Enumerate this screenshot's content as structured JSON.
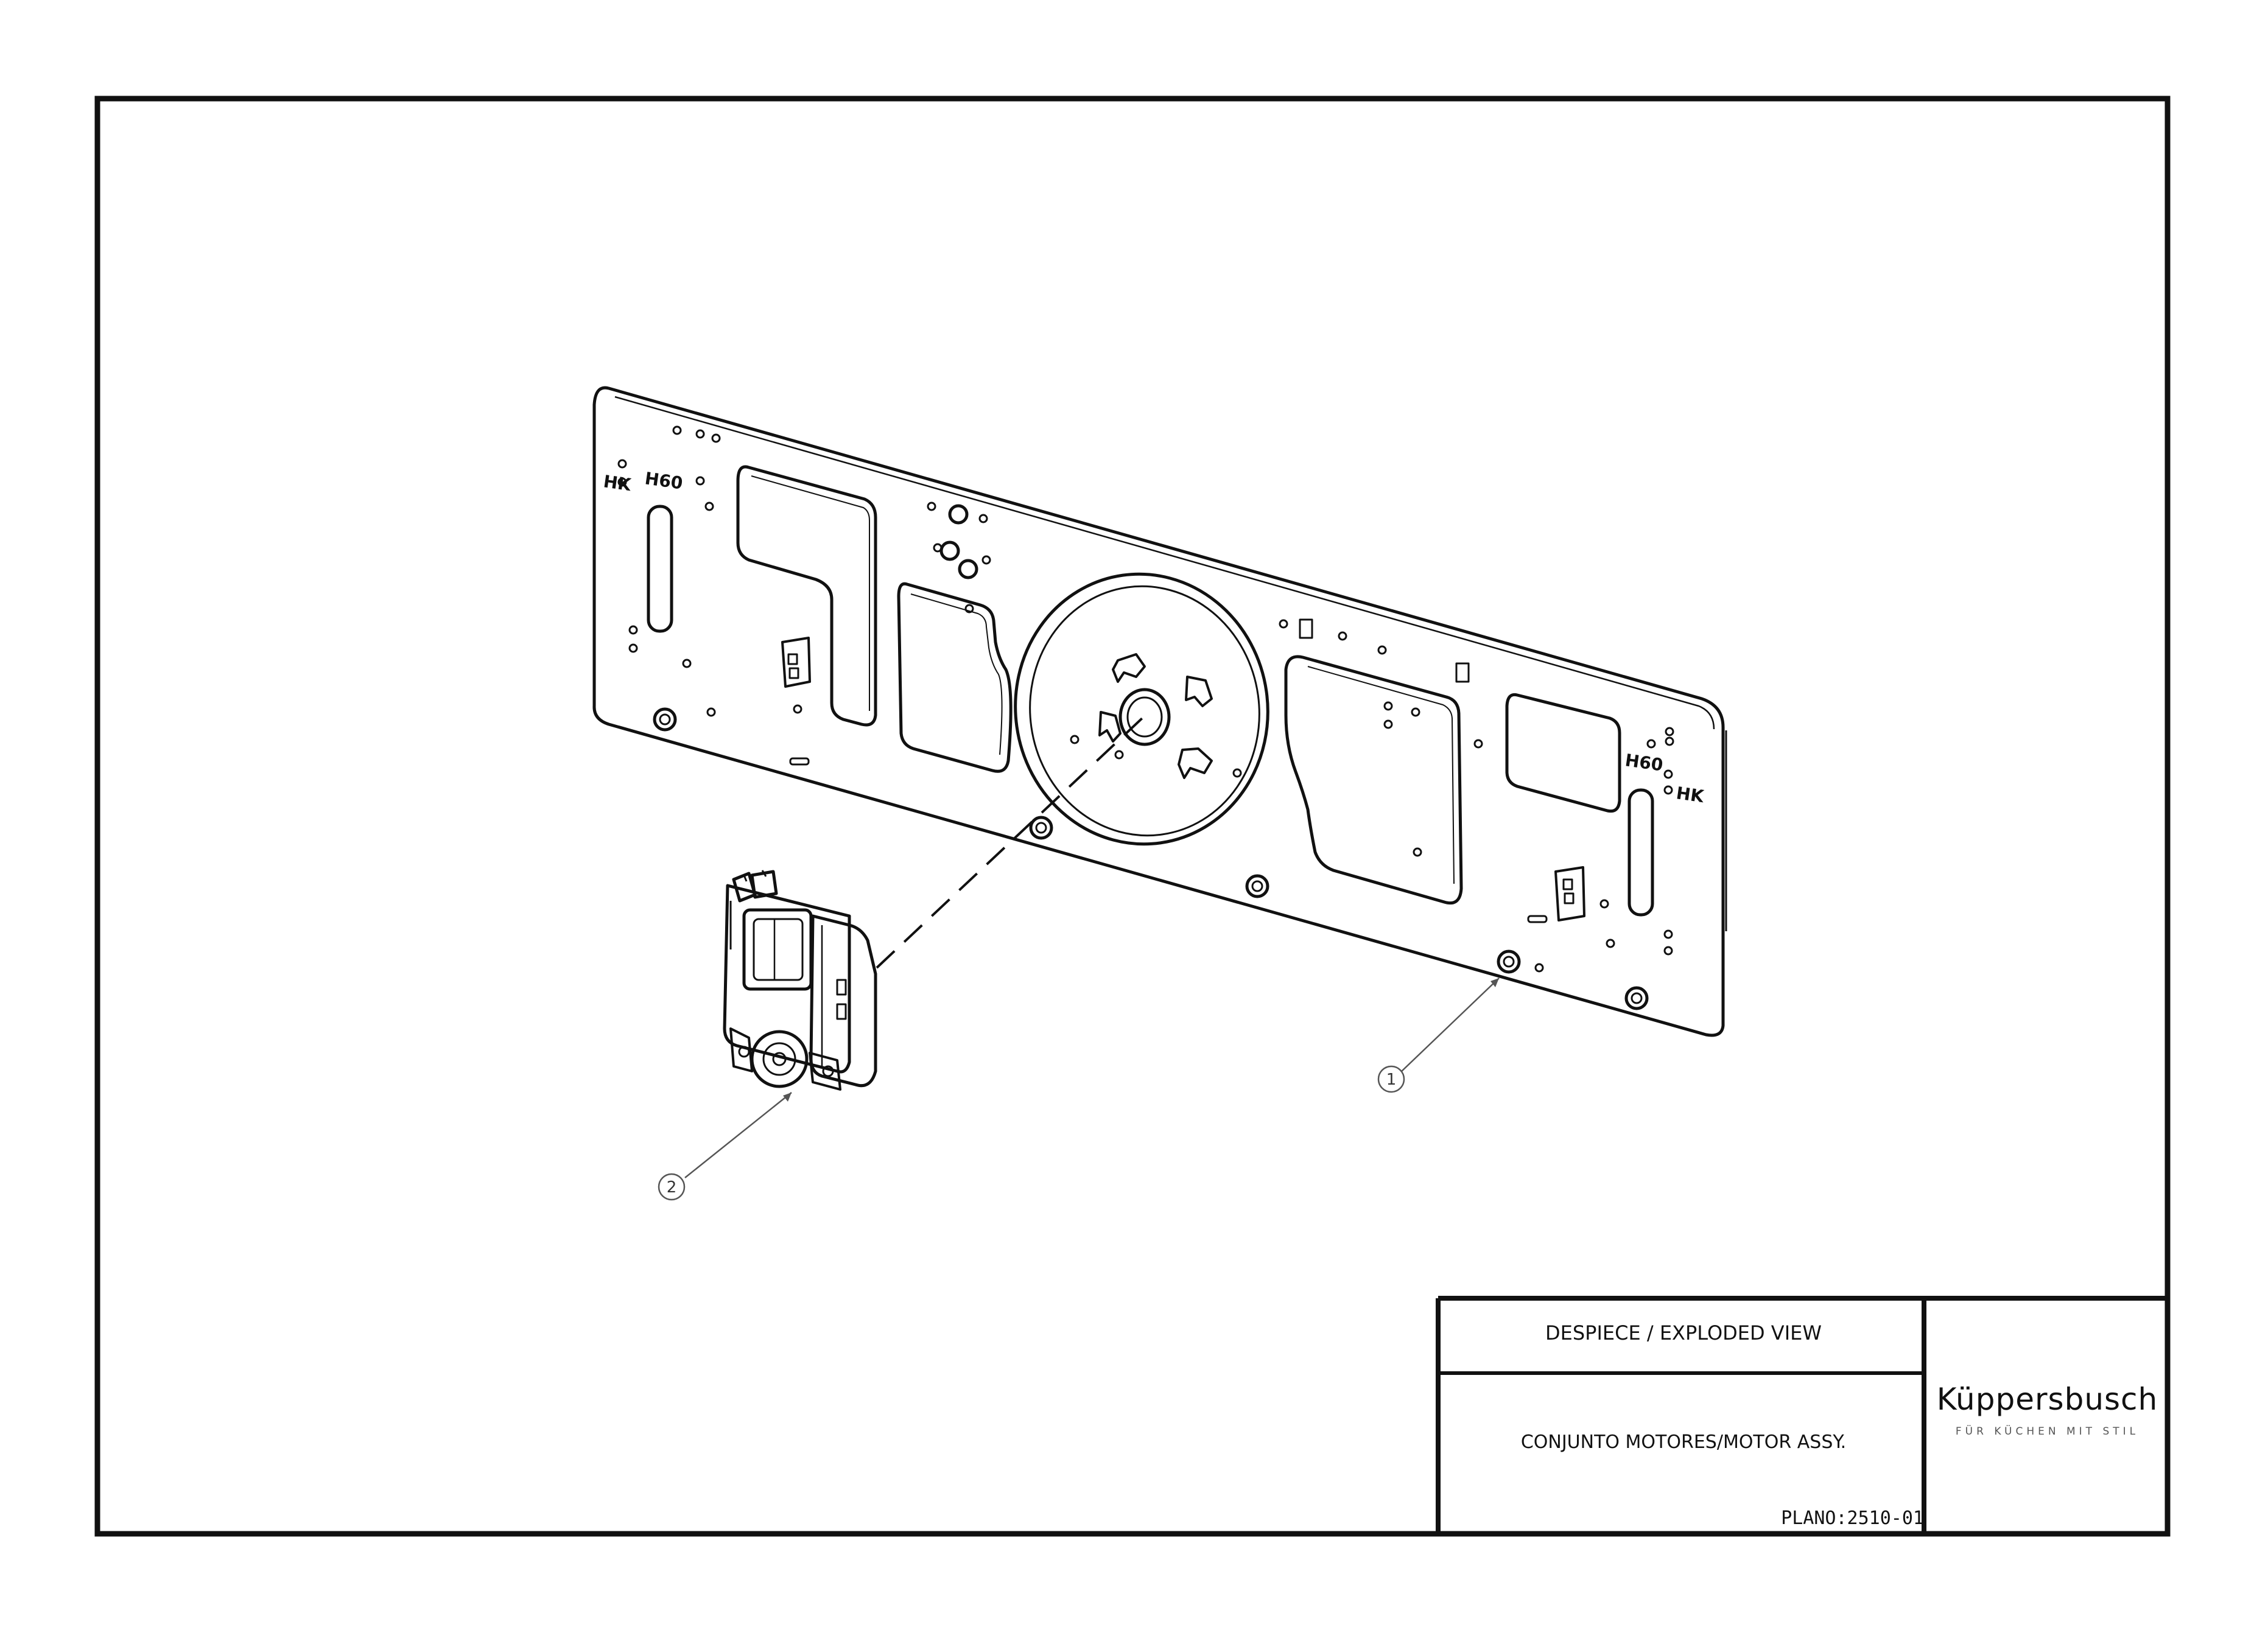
{
  "title_block": {
    "view_title": "DESPIECE / EXPLODED VIEW",
    "assembly_title": "CONJUNTO MOTORES/MOTOR ASSY.",
    "drawing_number": "PLANO:2510-01"
  },
  "brand": {
    "name": "Küppersbusch",
    "tagline": "FÜR KÜCHEN MIT STIL"
  },
  "callouts": {
    "part_1": "1",
    "part_2": "2"
  },
  "plate_markings": {
    "left_hk": "HK",
    "left_h60": "H60",
    "right_hk": "HK",
    "right_h60": "H60"
  },
  "colors": {
    "line": "#111111",
    "callout_line": "#555555",
    "background": "#ffffff"
  }
}
